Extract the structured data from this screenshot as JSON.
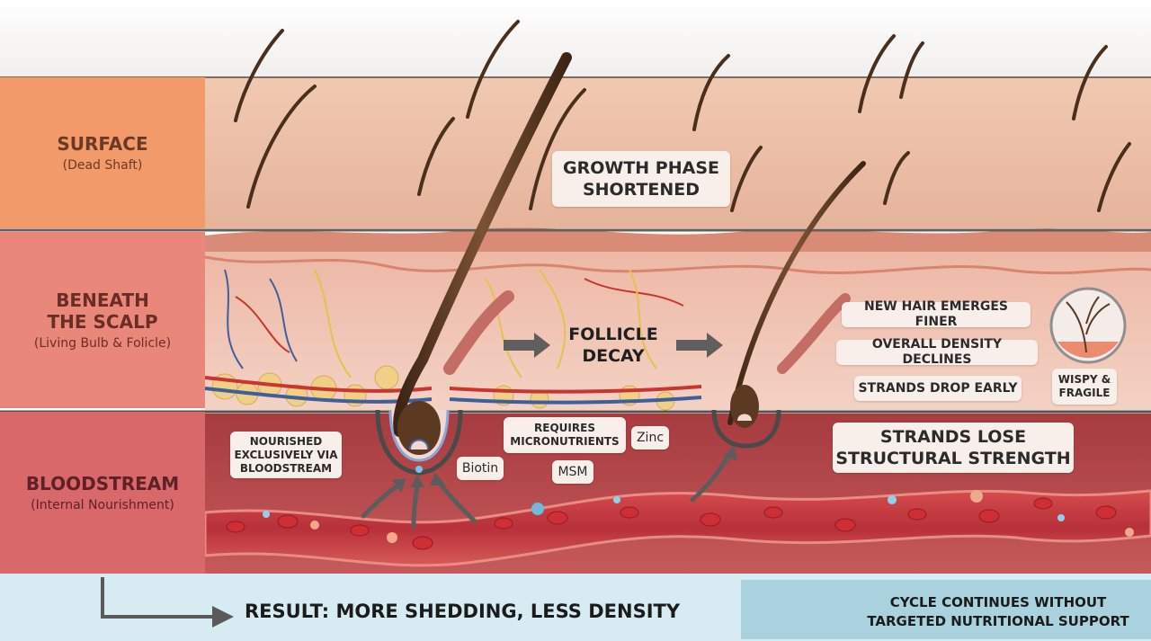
{
  "layers": {
    "surface": {
      "title": "SURFACE",
      "subtitle": "(Dead Shaft)"
    },
    "beneath": {
      "title_line1": "BENEATH",
      "title_line2": "THE SCALP",
      "subtitle": "(Living Bulb & Folicle)"
    },
    "bloodstream": {
      "title": "BLOODSTREAM",
      "subtitle": "(Internal Nourishment)"
    }
  },
  "labels": {
    "growth_phase_line1": "GROWTH PHASE",
    "growth_phase_line2": "SHORTENED",
    "follicle_decay_line1": "FOLLICLE",
    "follicle_decay_line2": "DECAY",
    "new_hair_finer": "NEW HAIR EMERGES FINER",
    "density_declines": "OVERALL DENSITY DECLINES",
    "strands_drop": "STRANDS DROP EARLY",
    "wispy_line1": "WISPY &",
    "wispy_line2": "FRAGILE",
    "nourished_line1": "NOURISHED",
    "nourished_line2": "EXCLUSIVELY VIA",
    "nourished_line3": "BLOODSTREAM",
    "requires_line1": "REQUIRES",
    "requires_line2": "MICRONUTRIENTS",
    "zinc": "Zinc",
    "biotin": "Biotin",
    "msm": "MSM",
    "strength_line1": "STRANDS LOSE",
    "strength_line2": "STRUCTURAL STRENGTH"
  },
  "footer": {
    "result": "RESULT: MORE SHEDDING, LESS DENSITY",
    "cycle_line1": "CYCLE CONTINUES WITHOUT",
    "cycle_line2": "TARGETED NUTRITIONAL SUPPORT"
  },
  "icons": {
    "cycle": "cycle-arrows-icon",
    "arrow": "arrow-right-icon"
  },
  "colors": {
    "surface_band": "#f39a6b",
    "beneath_band": "#e9887a",
    "blood_band": "#d9686b",
    "skin": "#ecc1aa",
    "dermis": "#f0c6b8",
    "blood_layer": "#b8474a",
    "vessel": "#c13b3f",
    "hair": "#5a3a22",
    "footer": "#d7ecf2",
    "cycle_box": "#a9d2de"
  }
}
